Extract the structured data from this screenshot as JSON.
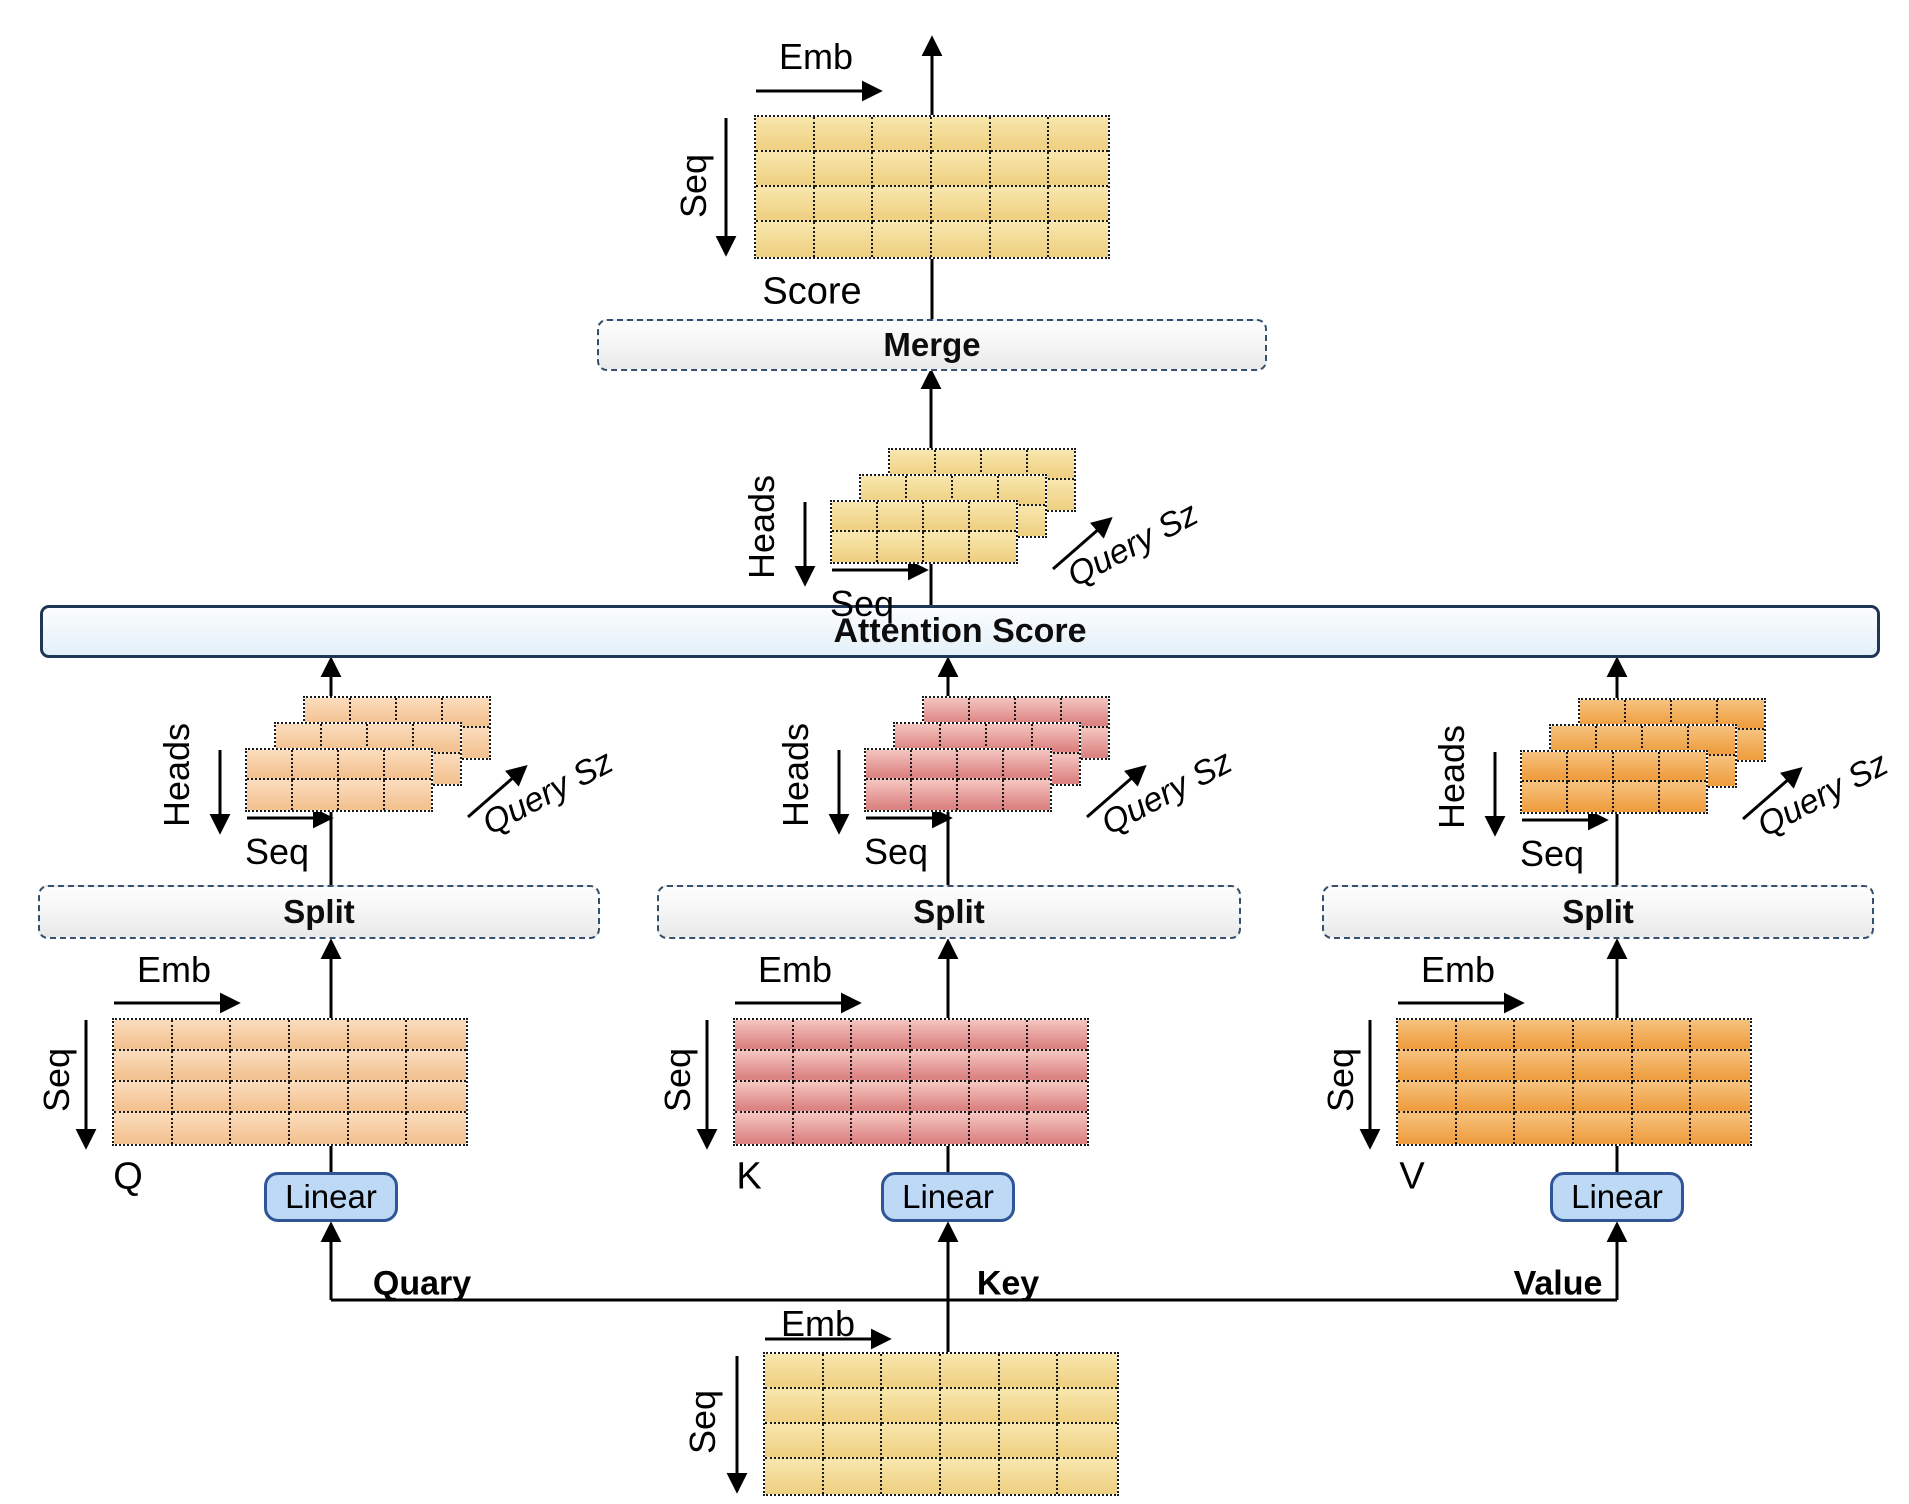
{
  "labels": {
    "emb": "Emb",
    "seq": "Seq",
    "heads": "Heads",
    "query_sz": "Query Sz",
    "score": "Score",
    "merge": "Merge",
    "attention_score": "Attention Score",
    "split": "Split",
    "linear": "Linear",
    "quary": "Quary",
    "key": "Key",
    "value": "Value",
    "q": "Q",
    "k": "K",
    "v": "V"
  },
  "colors": {
    "yellow_light": "#F8E7AE",
    "yellow_base": "#EFD184",
    "peach_light": "#FBDDBE",
    "peach_base": "#F3C291",
    "pink_light": "#F5C5C0",
    "pink_base": "#DC8483",
    "orange_light": "#F6C27E",
    "orange_base": "#EF9F41",
    "linear_fill": "#BED9F6",
    "linear_border": "#2F5597",
    "dashed_box_border": "#35506E",
    "bar_border": "#1F3655",
    "bar_fill": "#EAF4FA",
    "box_fill": "#F0F0F0",
    "arrow": "#000000",
    "grid_dots": "#1A1A1A"
  },
  "matrices": {
    "score": {
      "rows": 4,
      "cols": 6,
      "palette": "yellow",
      "label": "Score"
    },
    "q": {
      "rows": 4,
      "cols": 6,
      "palette": "peach",
      "label": "Q"
    },
    "k": {
      "rows": 4,
      "cols": 6,
      "palette": "pink",
      "label": "K"
    },
    "v": {
      "rows": 4,
      "cols": 6,
      "palette": "orange",
      "label": "V"
    },
    "input": {
      "rows": 4,
      "cols": 6,
      "palette": "yellow",
      "label": ""
    },
    "stack_merge": {
      "rows": 2,
      "cols": 4,
      "palette": "yellow",
      "layers": 3
    },
    "stack_q": {
      "rows": 2,
      "cols": 4,
      "palette": "peach",
      "layers": 3
    },
    "stack_k": {
      "rows": 2,
      "cols": 4,
      "palette": "pink",
      "layers": 3
    },
    "stack_v": {
      "rows": 2,
      "cols": 4,
      "palette": "orange",
      "layers": 3
    }
  }
}
